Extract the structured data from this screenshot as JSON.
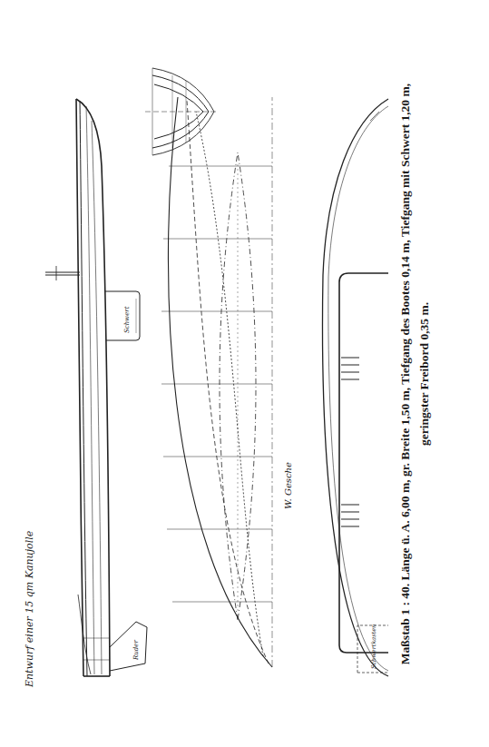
{
  "diagram": {
    "caption": "Maßstab 1 : 40. Länge ü. A. 6,00 m, gr. Breite 1,50 m, Tiefgang des Bootes 0,14 m, Tiefgang mit Schwert 1,20 m, geringster Freibord 0,35 m.",
    "labels": [
      "Entwurf einer 15 qm Kanujolle",
      "Schwert",
      "Ruder",
      "Schwertkasten",
      "W. Gesche"
    ]
  }
}
